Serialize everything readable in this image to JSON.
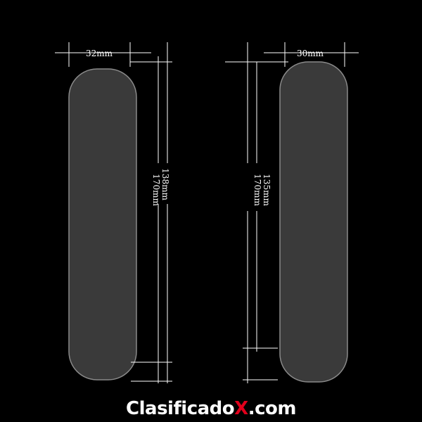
{
  "left_item": {
    "width_label": "32mm",
    "inner_length_label": "138mm",
    "total_length_label": "170mm"
  },
  "right_item": {
    "width_label": "30mm",
    "inner_length_label": "135mm",
    "total_length_label": "170mm"
  },
  "watermark": {
    "prefix": "Clasificado",
    "accent": "X",
    "suffix": ".com",
    "accent_color": "#e0001b"
  }
}
